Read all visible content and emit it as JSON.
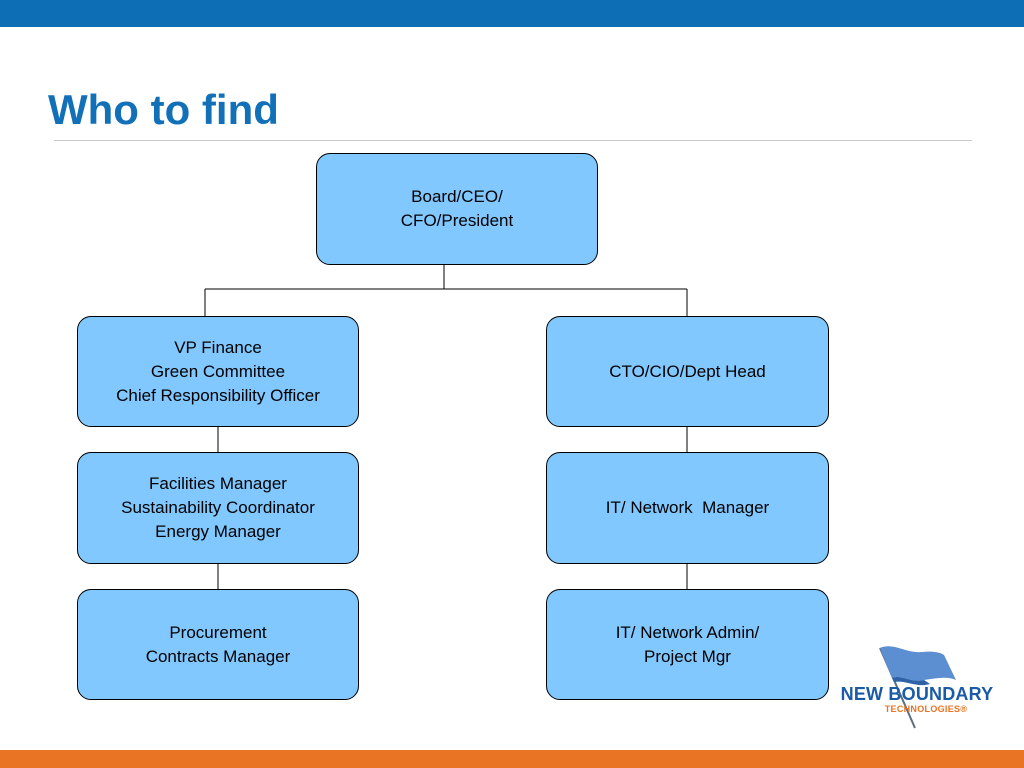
{
  "slide": {
    "title": "Who to find",
    "top_bar_color": "#0e6eb5",
    "bottom_bar_color": "#e87424",
    "title_color": "#1170b8"
  },
  "org_chart": {
    "box_color": "#80c8ff",
    "root": {
      "lines": [
        "Board/CEO/",
        "CFO/President"
      ]
    },
    "left_branch": [
      {
        "lines": [
          "VP Finance",
          "Green Committee",
          "Chief Responsibility Officer"
        ]
      },
      {
        "lines": [
          "Facilities Manager",
          "Sustainability Coordinator",
          "Energy Manager"
        ]
      },
      {
        "lines": [
          "Procurement",
          "Contracts Manager"
        ]
      }
    ],
    "right_branch": [
      {
        "lines": [
          "CTO/CIO/Dept Head"
        ]
      },
      {
        "lines": [
          "IT/ Network  Manager"
        ]
      },
      {
        "lines": [
          "IT/ Network Admin/",
          "Project Mgr"
        ]
      }
    ]
  },
  "logo": {
    "name_line": "NEW BOUNDARY",
    "sub_line": "TECHNOLOGIES®",
    "icon": "flag-icon"
  }
}
